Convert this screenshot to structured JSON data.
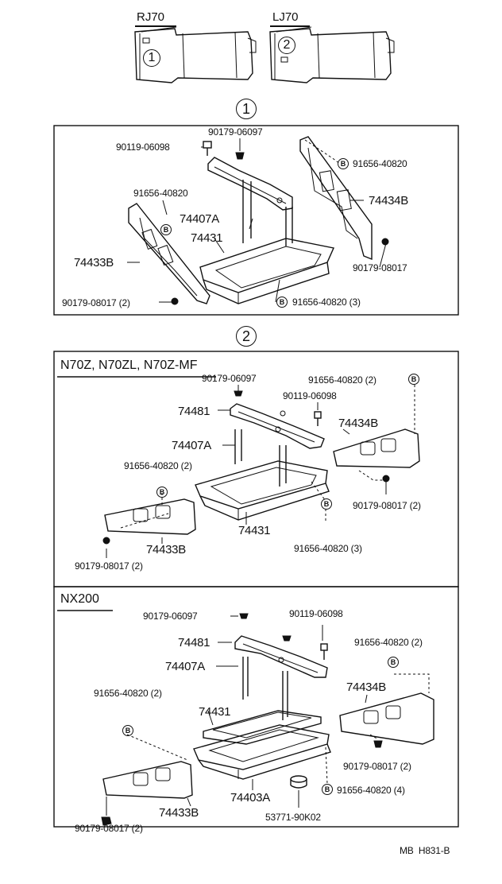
{
  "vehicles": {
    "left": {
      "model": "RJ70",
      "marker": "1"
    },
    "right": {
      "model": "LJ70",
      "marker": "2"
    }
  },
  "section1": {
    "marker": "1",
    "labels": {
      "bolt_a": "90119-06098",
      "nut_top": "90179-06097",
      "clamp_b_top": "91656-40820",
      "clamp_b_left": "91656-40820",
      "part_74434b": "74434B",
      "part_74407a": "74407A",
      "part_74431": "74431",
      "part_74433b": "74433B",
      "nut_right": "90179-08017",
      "nut_left": "90179-08017 (2)",
      "clamp_b_bottom": "91656-40820 (3)",
      "b_mark": "B"
    }
  },
  "section2": {
    "marker": "2",
    "block_a": {
      "title": "N70Z, N70ZL, N70Z-MF",
      "labels": {
        "nut_top": "90179-06097",
        "clamp_b_top": "91656-40820 (2)",
        "bolt_a": "90119-06098",
        "part_74481": "74481",
        "part_74434b": "74434B",
        "part_74407a": "74407A",
        "clamp_b_left": "91656-40820 (2)",
        "nut_right": "90179-08017 (2)",
        "part_74431": "74431",
        "part_74433b": "74433B",
        "nut_left": "90179-08017 (2)",
        "clamp_b_bottom": "91656-40820 (3)",
        "b_mark": "B"
      }
    },
    "block_b": {
      "title": "NX200",
      "labels": {
        "nut_top": "90179-06097",
        "bolt_a": "90119-06098",
        "part_74481": "74481",
        "clamp_b_right": "91656-40820 (2)",
        "part_74407a": "74407A",
        "clamp_b_left": "91656-40820 (2)",
        "part_74434b": "74434B",
        "part_74431": "74431",
        "nut_right": "90179-08017 (2)",
        "part_74403a": "74403A",
        "clamp_b_bottom": "91656-40820 (4)",
        "part_74433b": "74433B",
        "nut_left": "90179-08017 (2)",
        "part_53771": "53771-90K02",
        "b_mark": "B"
      }
    }
  },
  "footer": {
    "code": "MB  H831-B"
  }
}
